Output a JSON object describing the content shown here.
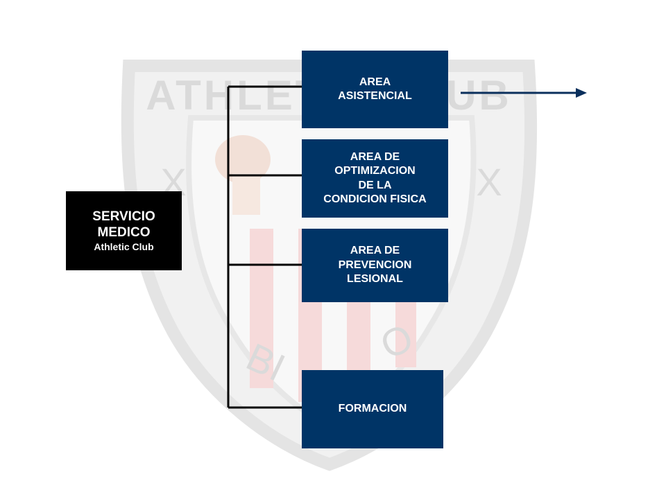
{
  "colors": {
    "navy": "#003466",
    "black": "#000000",
    "connector": "#000000",
    "arrow": "#0a2f5c",
    "watermark": "#bdbdbd"
  },
  "watermark": {
    "icon": "athletic-club-crest",
    "text_top": "ATHLETIC CLUB",
    "left_letter": "X",
    "right_letter": "X",
    "bottom_left": "BI",
    "bottom_right": "O"
  },
  "root": {
    "line1": "SERVICIO",
    "line2": "MEDICO",
    "line3": "Athletic Club"
  },
  "areas": {
    "asistencial": {
      "lines": [
        "AREA",
        "ASISTENCIAL"
      ]
    },
    "optimizacion": {
      "lines": [
        "AREA DE",
        "OPTIMIZACION",
        "DE LA",
        "CONDICION FISICA"
      ]
    },
    "prevencion": {
      "lines": [
        "AREA DE",
        "PREVENCION",
        "LESIONAL"
      ]
    },
    "formacion": {
      "lines": [
        "FORMACION"
      ]
    }
  }
}
